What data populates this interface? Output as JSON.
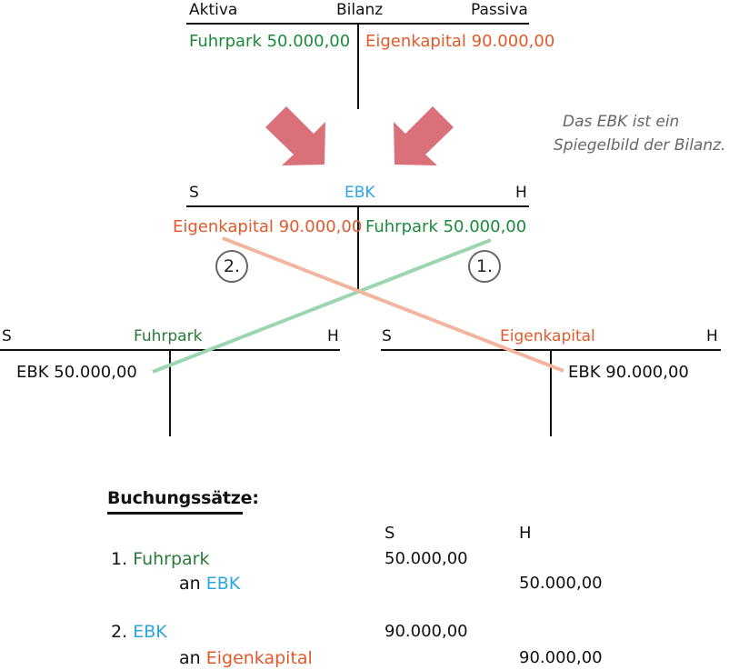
{
  "balance": {
    "left_label": "Aktiva",
    "title": "Bilanz",
    "right_label": "Passiva",
    "left_entry": "Fuhrpark 50.000,00",
    "right_entry": "Eigenkapital 90.000,00"
  },
  "note": {
    "line1": "Das  EBK ist ein",
    "line2": "Spiegelbild der Bilanz."
  },
  "ebk": {
    "left_label": "S",
    "title": "EBK",
    "right_label": "H",
    "left_entry": "Eigenkapital 90.000,00",
    "right_entry": "Fuhrpark 50.000,00",
    "step_left": "2.",
    "step_right": "1."
  },
  "fuhrpark_account": {
    "left_label": "S",
    "title": "Fuhrpark",
    "right_label": "H",
    "left_entry": "EBK 50.000,00"
  },
  "eigenkapital_account": {
    "left_label": "S",
    "title": "Eigenkapital",
    "right_label": "H",
    "right_entry": "EBK 90.000,00"
  },
  "journal": {
    "heading": "Buchungssätze:",
    "col_s": "S",
    "col_h": "H",
    "entries": [
      {
        "num": "1.",
        "debit_account": "Fuhrpark",
        "an": "an",
        "credit_account": "EBK",
        "debit_amount": "50.000,00",
        "credit_amount": "50.000,00"
      },
      {
        "num": "2.",
        "debit_account": "EBK",
        "an": "an",
        "credit_account": "Eigenkapital",
        "debit_amount": "90.000,00",
        "credit_amount": "90.000,00"
      }
    ]
  },
  "colors": {
    "green": "#1d8a3a",
    "orange": "#e05a2b",
    "blue": "#2aa6e0",
    "arrow": "#d9707a",
    "green_line": "#9bd6b0",
    "orange_line": "#f2b5a0"
  }
}
